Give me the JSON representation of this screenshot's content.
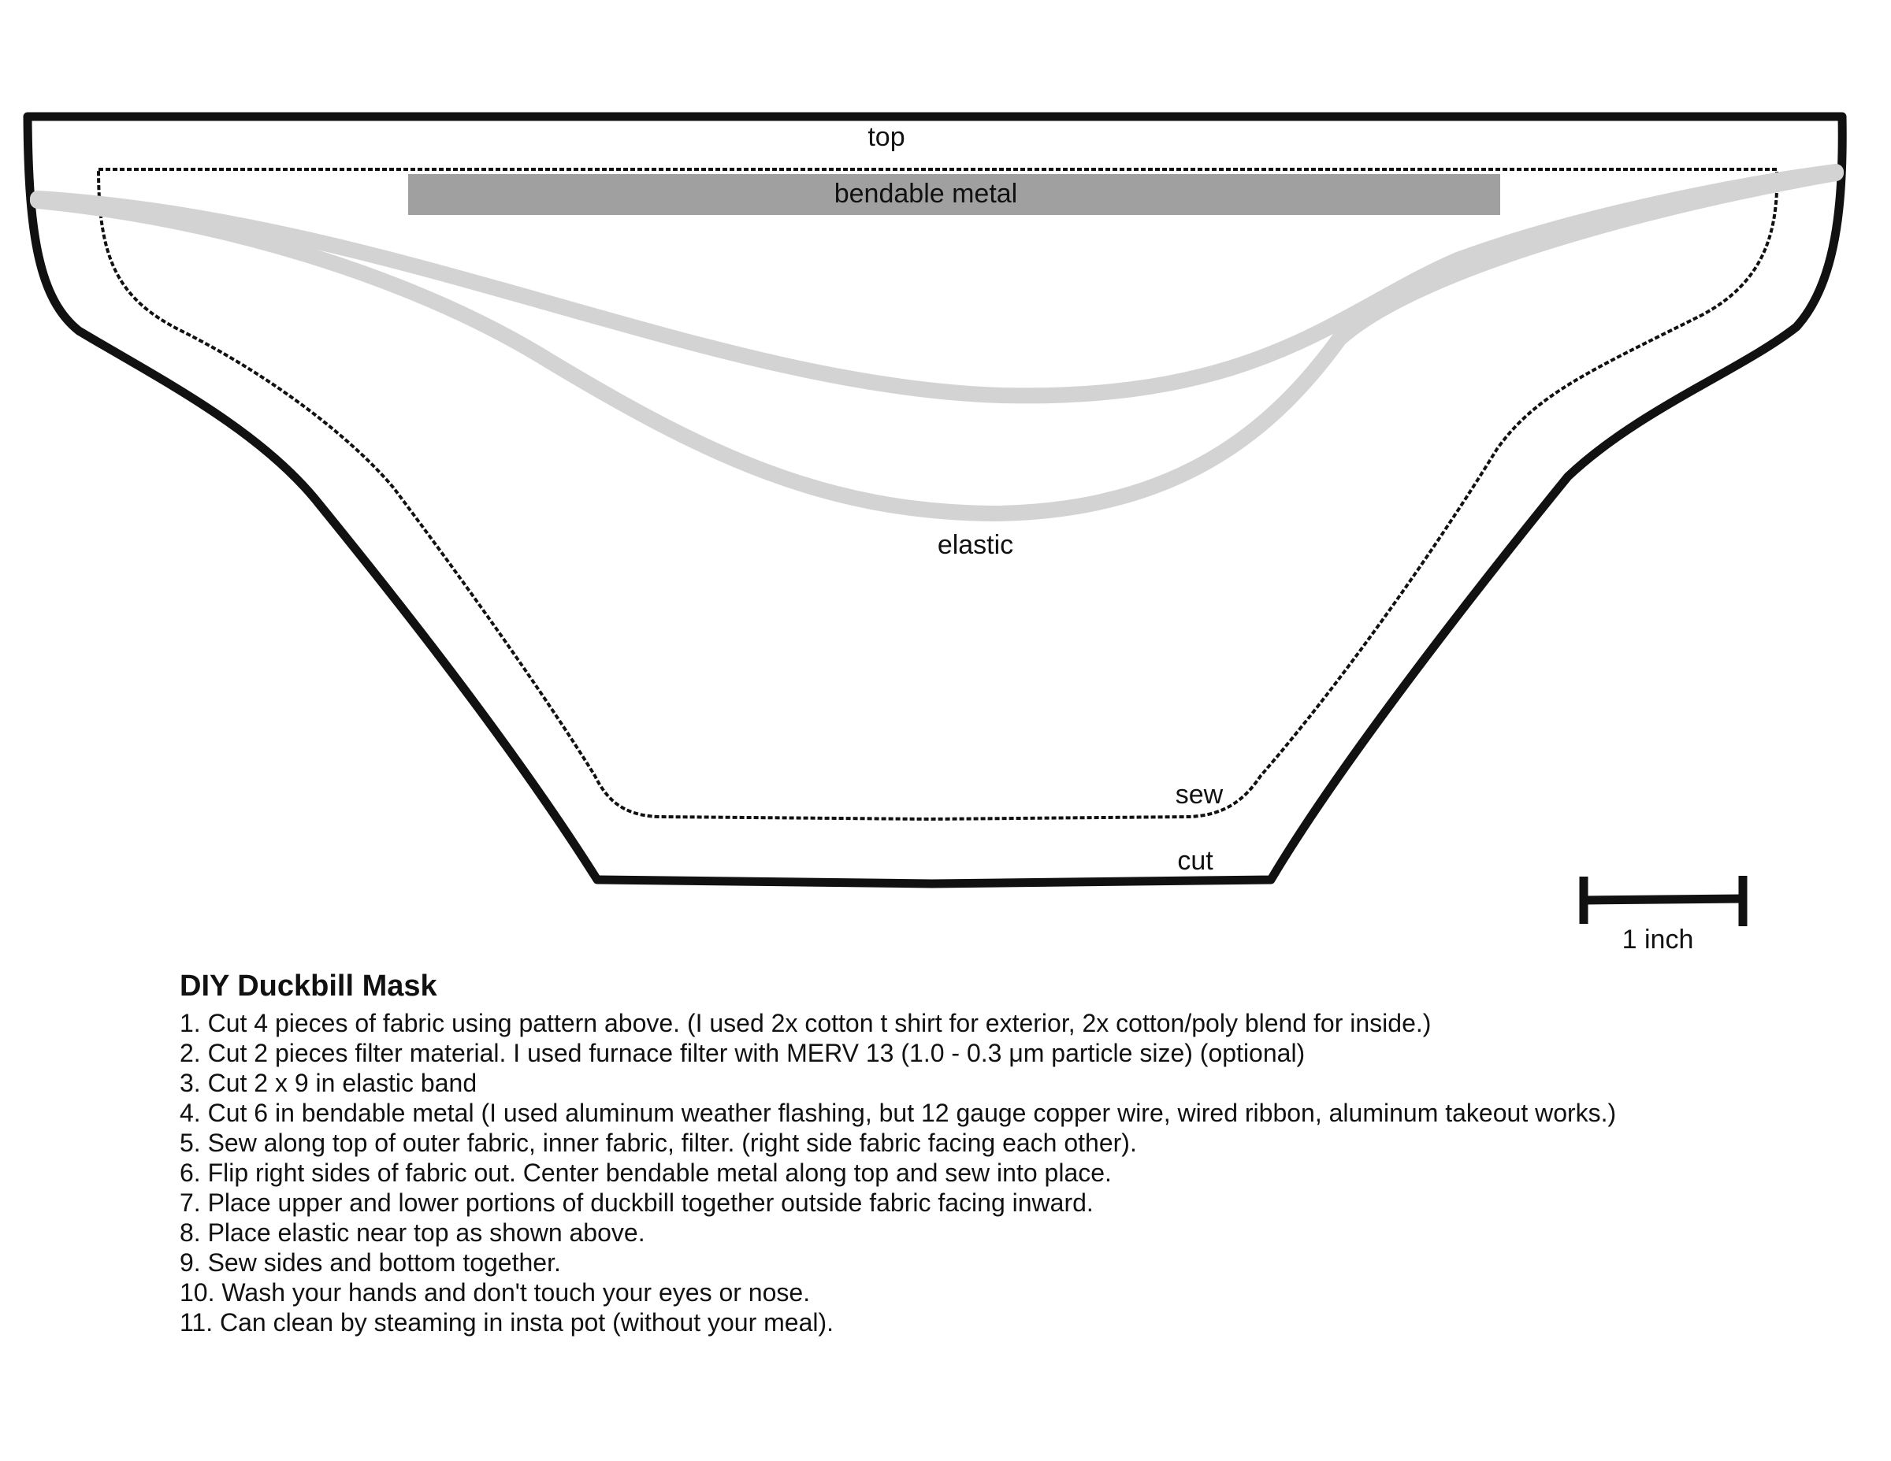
{
  "labels": {
    "top": "top",
    "bendable_metal": "bendable metal",
    "elastic": "elastic",
    "sew": "sew",
    "cut": "cut",
    "scale": "1 inch"
  },
  "colors": {
    "cut_line": "#111111",
    "sew_line": "#111111",
    "elastic": "#d3d3d3",
    "metal_strip": "#a0a0a0"
  },
  "instructions": {
    "title": "DIY Duckbill Mask",
    "steps": [
      "1. Cut 4 pieces of fabric using pattern above. (I used 2x cotton t shirt for exterior, 2x cotton/poly blend for inside.)",
      "2. Cut 2 pieces filter material. I used furnace filter with MERV 13 (1.0 - 0.3 μm particle size) (optional)",
      "3. Cut 2 x 9 in elastic band",
      "4. Cut 6 in bendable metal (I used aluminum weather flashing, but 12 gauge copper wire, wired ribbon, aluminum takeout works.)",
      "5. Sew along top of outer fabric, inner fabric, filter. (right side fabric facing each other).",
      "6. Flip right sides of fabric out. Center bendable metal along top and sew into place.",
      "7. Place upper and lower portions of duckbill together outside fabric facing inward.",
      "8. Place elastic near top as shown above.",
      "9. Sew sides and bottom together.",
      "10. Wash your hands and don't touch your eyes or nose.",
      "11. Can clean by steaming in insta pot (without your meal)."
    ]
  }
}
